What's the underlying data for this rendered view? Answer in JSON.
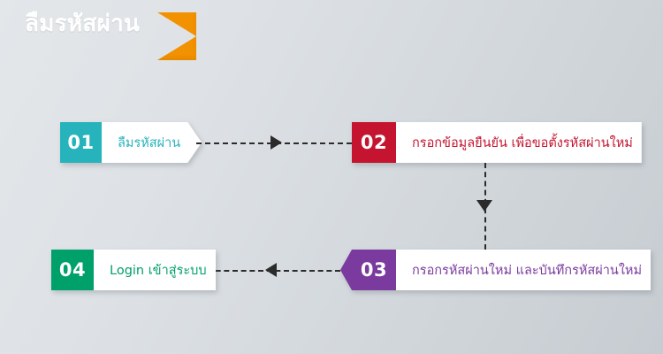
{
  "header": {
    "title": "ลืมรหัสผ่าน",
    "ribbon_color": "#f39200",
    "title_color": "#ffffff"
  },
  "background": {
    "gradient_from": "#e3e7ea",
    "gradient_to": "#c6ccd1"
  },
  "flow": {
    "steps": [
      {
        "number": "01",
        "label": "ลืมรหัสผ่าน",
        "accent_color": "#27b3bc",
        "shape": "chevron-right"
      },
      {
        "number": "02",
        "label": "กรอกข้อมูลยืนยัน เพื่อขอตั้งรหัสผ่านใหม่",
        "accent_color": "#c4142f",
        "shape": "notch-bottom"
      },
      {
        "number": "03",
        "label": "กรอกรหัสผ่านใหม่ และบันทึกรหัสผ่านใหม่",
        "accent_color": "#7a3a9e",
        "shape": "arrow-left-tip"
      },
      {
        "number": "04",
        "label": "Login เข้าสู่ระบบ",
        "accent_color": "#00a06b",
        "shape": "rectangle"
      }
    ],
    "connectors": [
      {
        "name": "step-01-to-02",
        "direction": "right",
        "style": "dashed",
        "color": "#2b2b2b"
      },
      {
        "name": "step-02-to-03",
        "direction": "down",
        "style": "dashed",
        "color": "#2b2b2b"
      },
      {
        "name": "step-03-to-04",
        "direction": "left",
        "style": "dashed",
        "color": "#2b2b2b"
      }
    ]
  }
}
